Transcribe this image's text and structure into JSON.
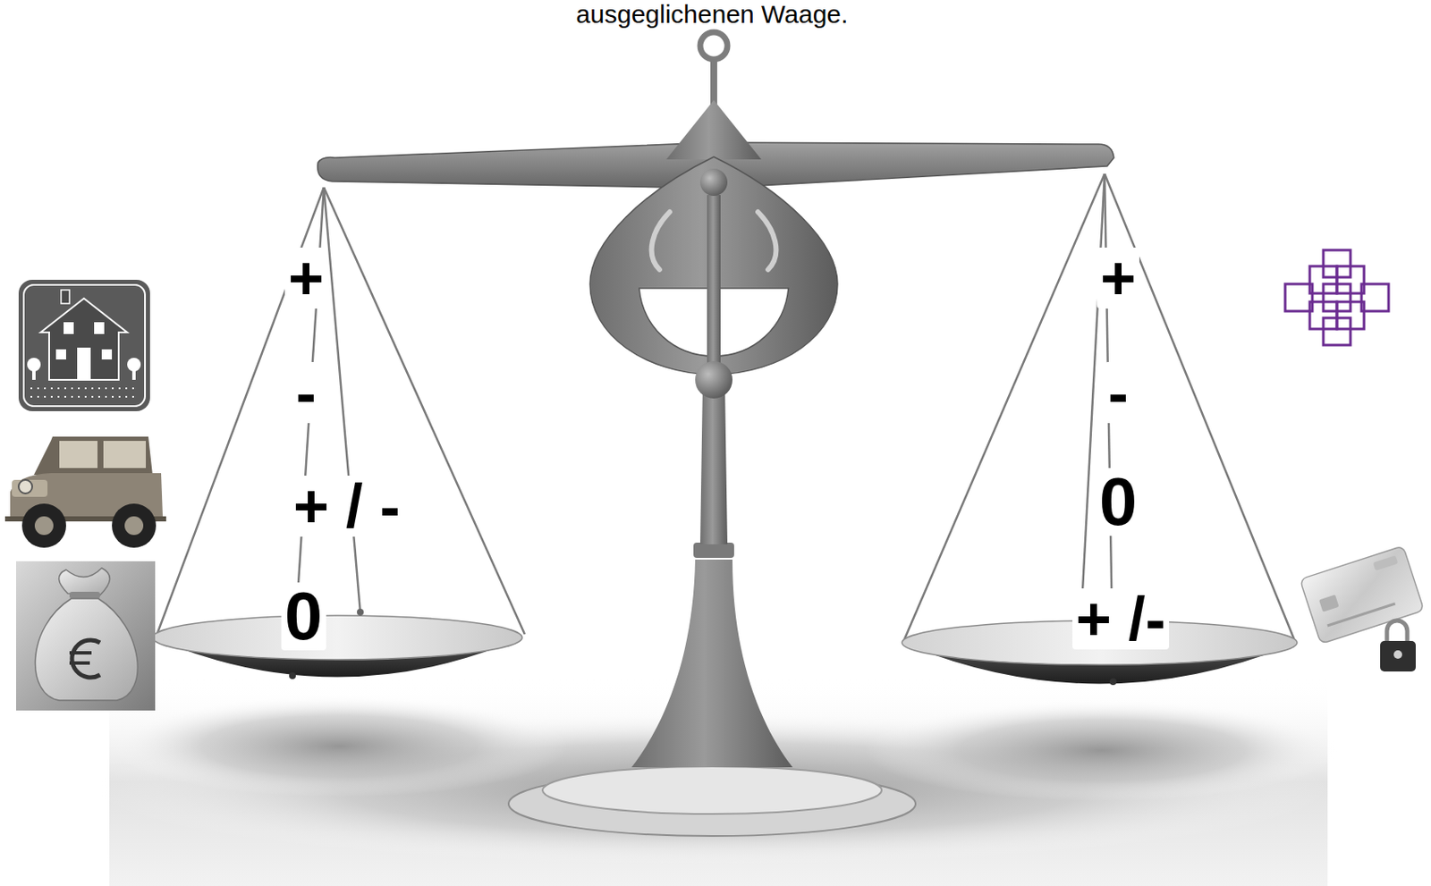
{
  "diagram": {
    "title": "ausgeglichenen Waage.",
    "labels": [
      "+",
      "-",
      "+ / -",
      "0",
      "+",
      "-",
      "0",
      "+ /-"
    ]
  }
}
